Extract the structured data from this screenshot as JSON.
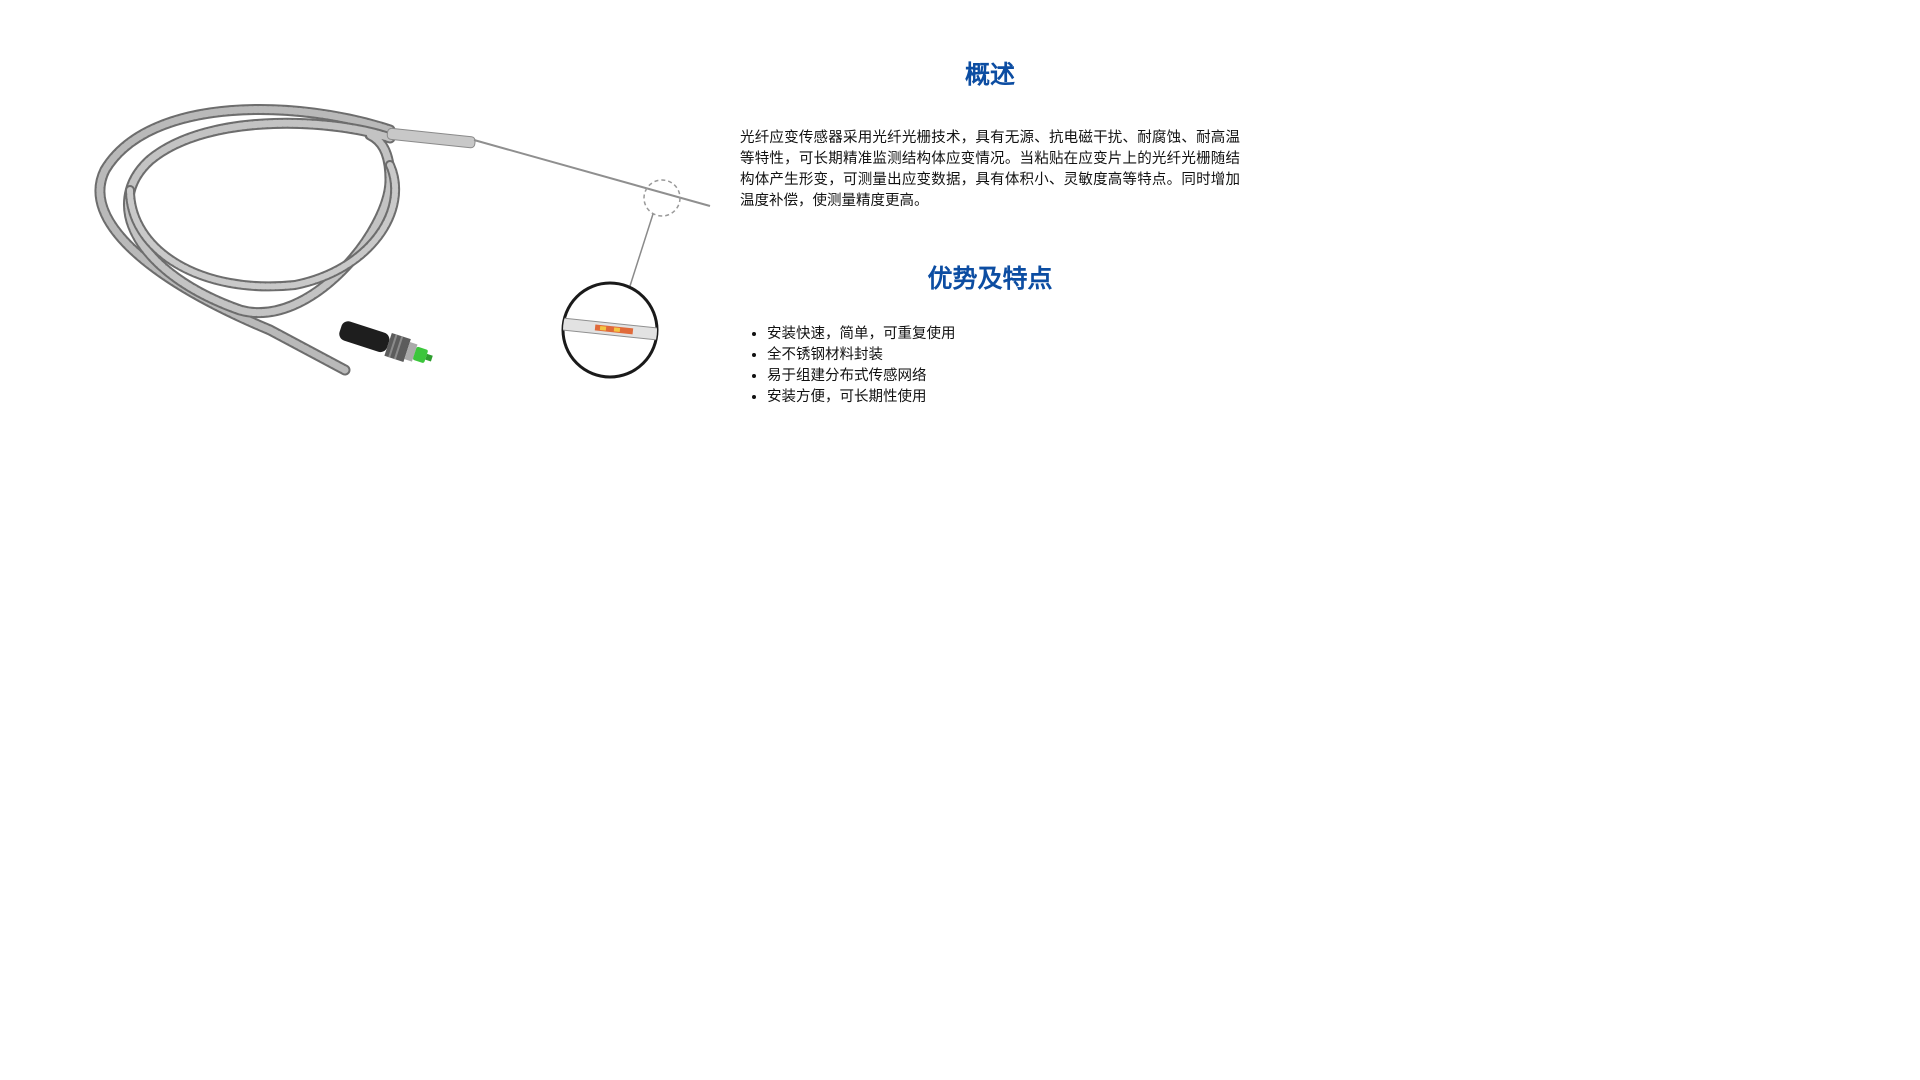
{
  "overview": {
    "heading": "概述",
    "text": "光纤应变传感器采用光纤光栅技术，具有无源、抗电磁干扰、耐腐蚀、耐高温等特性，可长期精准监测结构体应变情况。当粘贴在应变片上的光纤光栅随结构体产生形变，可测量出应变数据，具有体积小、灵敏度高等特点。同时增加温度补偿，使测量精度更高。"
  },
  "features": {
    "heading": "优势及特点",
    "items": [
      {
        "text": "安装快速，简单，可重复使用"
      },
      {
        "text": "全不锈钢材料封装"
      },
      {
        "text": "易于组建分布式传感网络"
      },
      {
        "text": "安装方便，可长期性使用"
      }
    ]
  },
  "colors": {
    "heading": "#0c4da2",
    "body_text": "#111111",
    "cable": "#9a9a9a",
    "connector_body": "#1e1e1e",
    "connector_tip": "#3cc63c",
    "grating": "#e06a3a"
  }
}
